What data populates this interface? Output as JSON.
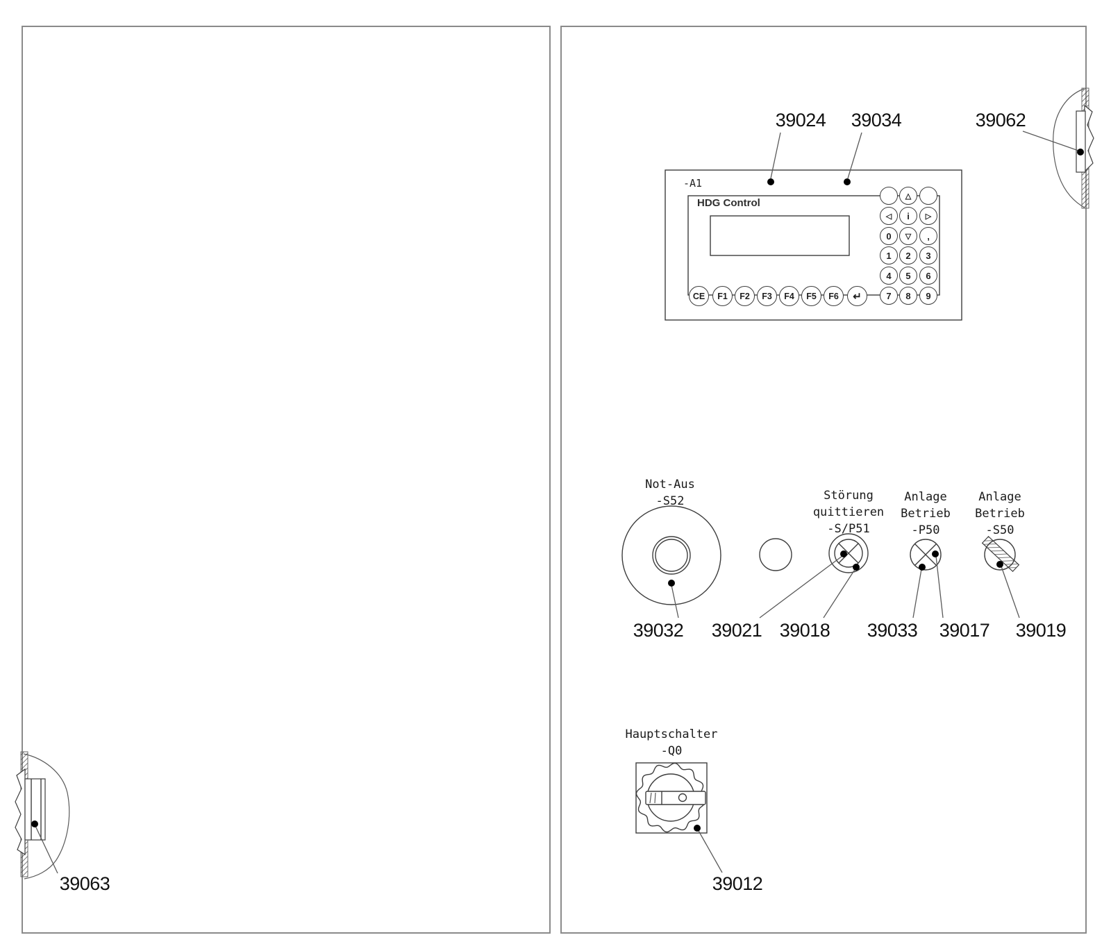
{
  "device": {
    "ref_label": "-A1",
    "title": "HDG Control",
    "function_keys": [
      "CE",
      "F1",
      "F2",
      "F3",
      "F4",
      "F5",
      "F6",
      "↵"
    ],
    "keypad_rows": [
      [
        "",
        "△",
        ""
      ],
      [
        "◁",
        "i",
        "▷"
      ],
      [
        "0",
        "▽",
        ","
      ],
      [
        "1",
        "2",
        "3"
      ],
      [
        "4",
        "5",
        "6"
      ],
      [
        "7",
        "8",
        "9"
      ]
    ]
  },
  "controls": {
    "emergency_stop": {
      "line1": "Not-Aus",
      "line2": "-S52"
    },
    "fault_ack": {
      "line1": "Störung",
      "line2": "quittieren",
      "line3": "-S/P51"
    },
    "plant_run_lamp": {
      "line1": "Anlage",
      "line2": "Betrieb",
      "line3": "-P50"
    },
    "plant_run_switch": {
      "line1": "Anlage",
      "line2": "Betrieb",
      "line3": "-S50"
    },
    "main_switch": {
      "line1": "Hauptschalter",
      "line2": "-Q0"
    }
  },
  "part_labels": {
    "display_unit": "39024",
    "keypad": "39034",
    "hinge_top_right": "39062",
    "emergency_stop": "39032",
    "fault_ack_a": "39021",
    "fault_ack_b": "39018",
    "run_lamp_a": "39033",
    "run_lamp_b": "39017",
    "key_switch": "39019",
    "main_switch": "39012",
    "hinge_bottom_left": "39063"
  },
  "colors": {
    "line": "#3d3d3d",
    "door_edge": "#8a8a8a",
    "text": "#111111"
  }
}
